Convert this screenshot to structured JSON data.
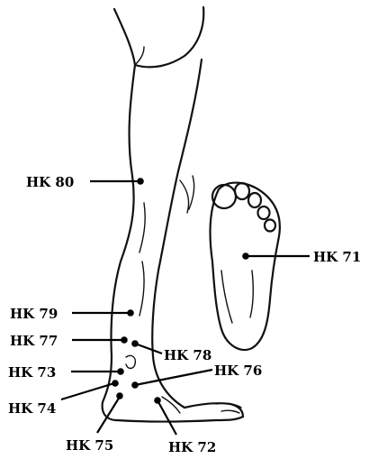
{
  "points": [
    {
      "id": "hk80",
      "label": "HK 80"
    },
    {
      "id": "hk71",
      "label": "HK 71"
    },
    {
      "id": "hk79",
      "label": "HK 79"
    },
    {
      "id": "hk77",
      "label": "HK 77"
    },
    {
      "id": "hk78",
      "label": "HK 78"
    },
    {
      "id": "hk73",
      "label": "HK 73"
    },
    {
      "id": "hk76",
      "label": "HK 76"
    },
    {
      "id": "hk74",
      "label": "HK 74"
    },
    {
      "id": "hk75",
      "label": "HK 75"
    },
    {
      "id": "hk72",
      "label": "HK 72"
    }
  ]
}
